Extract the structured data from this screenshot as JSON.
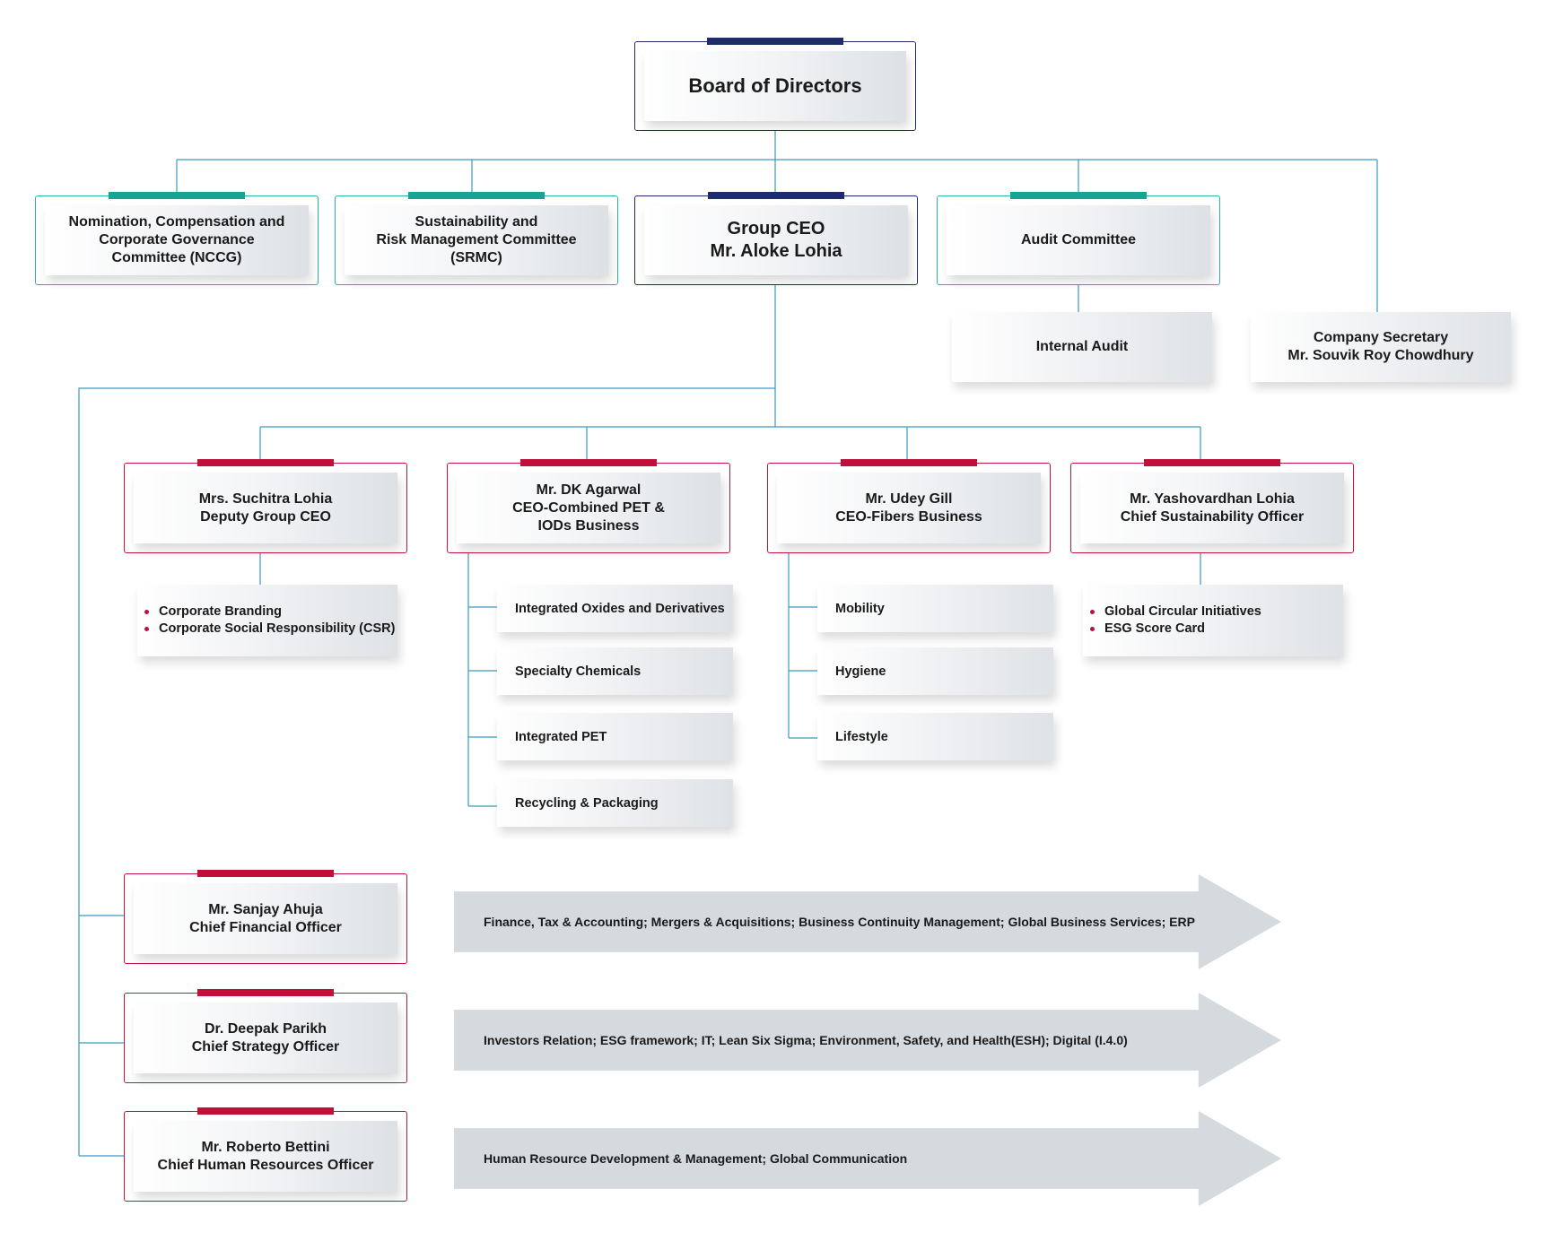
{
  "board": {
    "title": "Board of Directors"
  },
  "committees": {
    "nccg": [
      "Nomination, Compensation and",
      "Corporate Governance",
      "Committee (NCCG)"
    ],
    "srmc": [
      "Sustainability and",
      "Risk Management Committee",
      "(SRMC)"
    ],
    "audit": [
      "Audit Committee"
    ]
  },
  "group_ceo": [
    "Group CEO",
    "Mr. Aloke Lohia"
  ],
  "internal_audit": "Internal Audit",
  "company_secretary": [
    "Company Secretary",
    "Mr. Souvik Roy Chowdhury"
  ],
  "executives": [
    {
      "lines": [
        "Mrs. Suchitra Lohia",
        "Deputy Group CEO"
      ],
      "items": [
        "Corporate Branding",
        "Corporate Social Responsibility (CSR)"
      ]
    },
    {
      "lines": [
        "Mr. DK Agarwal",
        "CEO-Combined PET &",
        "IODs Business"
      ],
      "units": [
        "Integrated Oxides and Derivatives",
        "Specialty Chemicals",
        "Integrated PET",
        "Recycling & Packaging"
      ]
    },
    {
      "lines": [
        "Mr. Udey Gill",
        "CEO-Fibers Business"
      ],
      "units": [
        "Mobility",
        "Hygiene",
        "Lifestyle"
      ]
    },
    {
      "lines": [
        "Mr. Yashovardhan Lohia",
        "Chief Sustainability Officer"
      ],
      "items": [
        "Global Circular Initiatives",
        "ESG Score Card"
      ]
    }
  ],
  "officers": [
    {
      "lines": [
        "Mr. Sanjay Ahuja",
        "Chief Financial Officer"
      ],
      "scope": "Finance, Tax & Accounting; Mergers & Acquisitions; Business Continuity Management; Global Business Services; ERP"
    },
    {
      "lines": [
        "Dr. Deepak Parikh",
        "Chief Strategy Officer"
      ],
      "scope": "Investors Relation; ESG framework; IT; Lean Six Sigma; Environment, Safety, and Health(ESH); Digital (I.4.0)"
    },
    {
      "lines": [
        "Mr. Roberto Bettini",
        "Chief Human Resources Officer"
      ],
      "scope": "Human Resource Development & Management; Global Communication"
    }
  ],
  "colors": {
    "navy": "#1f2c6b",
    "teal": "#16a595",
    "red": "#c0103a",
    "connector": "#3a9bbf",
    "arrow": "#d5dade"
  }
}
